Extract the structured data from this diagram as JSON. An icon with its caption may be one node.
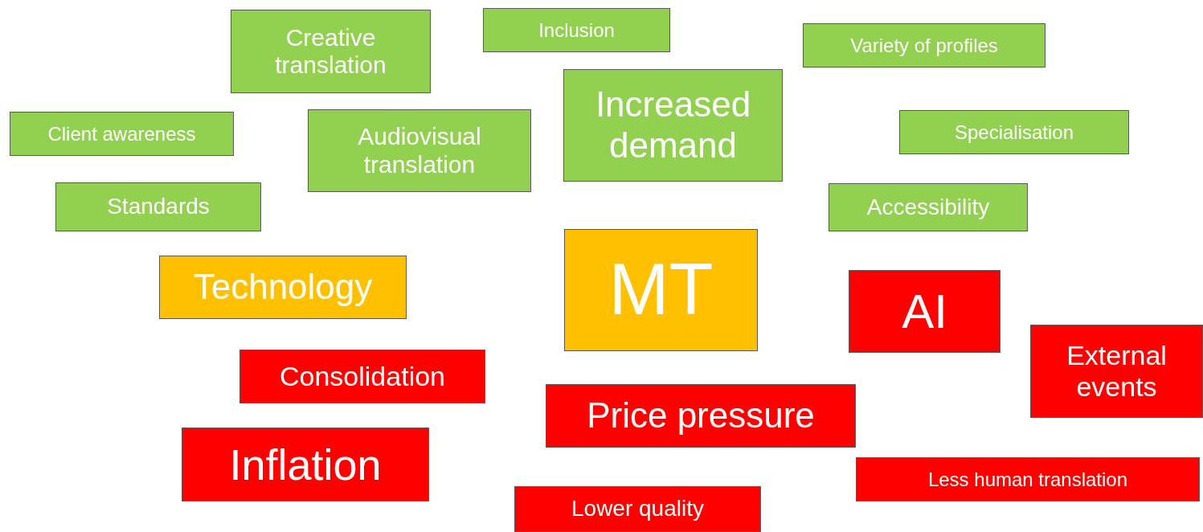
{
  "diagram": {
    "nodes": [
      {
        "text": [
          "Creative translation"
        ]
      },
      {
        "text": [
          "Inclusion"
        ]
      },
      {
        "text": [
          "Variety of profiles"
        ]
      },
      {
        "text": [
          "Increased demand"
        ]
      },
      {
        "text": [
          "Client awareness"
        ]
      },
      {
        "text": [
          "Audiovisual translation"
        ]
      },
      {
        "text": [
          "Specialisation"
        ]
      },
      {
        "text": [
          "Standards"
        ]
      },
      {
        "text": [
          "Accessibility"
        ]
      },
      {
        "text": [
          "MT"
        ]
      },
      {
        "text": [
          "Technology"
        ]
      },
      {
        "text": [
          "AI"
        ]
      },
      {
        "text": [
          "External events"
        ]
      },
      {
        "text": [
          "Consolidation"
        ]
      },
      {
        "text": [
          "Price pressure"
        ]
      },
      {
        "text": [
          "Inflation"
        ]
      },
      {
        "text": [
          "Less human translation"
        ]
      },
      {
        "text": [
          "Lower quality"
        ]
      }
    ]
  }
}
